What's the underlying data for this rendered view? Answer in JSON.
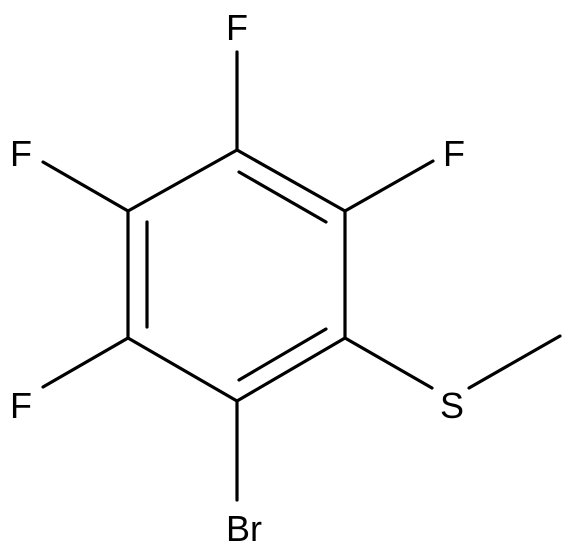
{
  "molecule": {
    "atoms": {
      "f_top": "F",
      "f_upper_right": "F",
      "f_upper_left": "F",
      "f_lower_left": "F",
      "s": "S",
      "br": "Br"
    }
  },
  "colors": {
    "bond": "#000000",
    "label": "#000000",
    "background": "#ffffff"
  }
}
